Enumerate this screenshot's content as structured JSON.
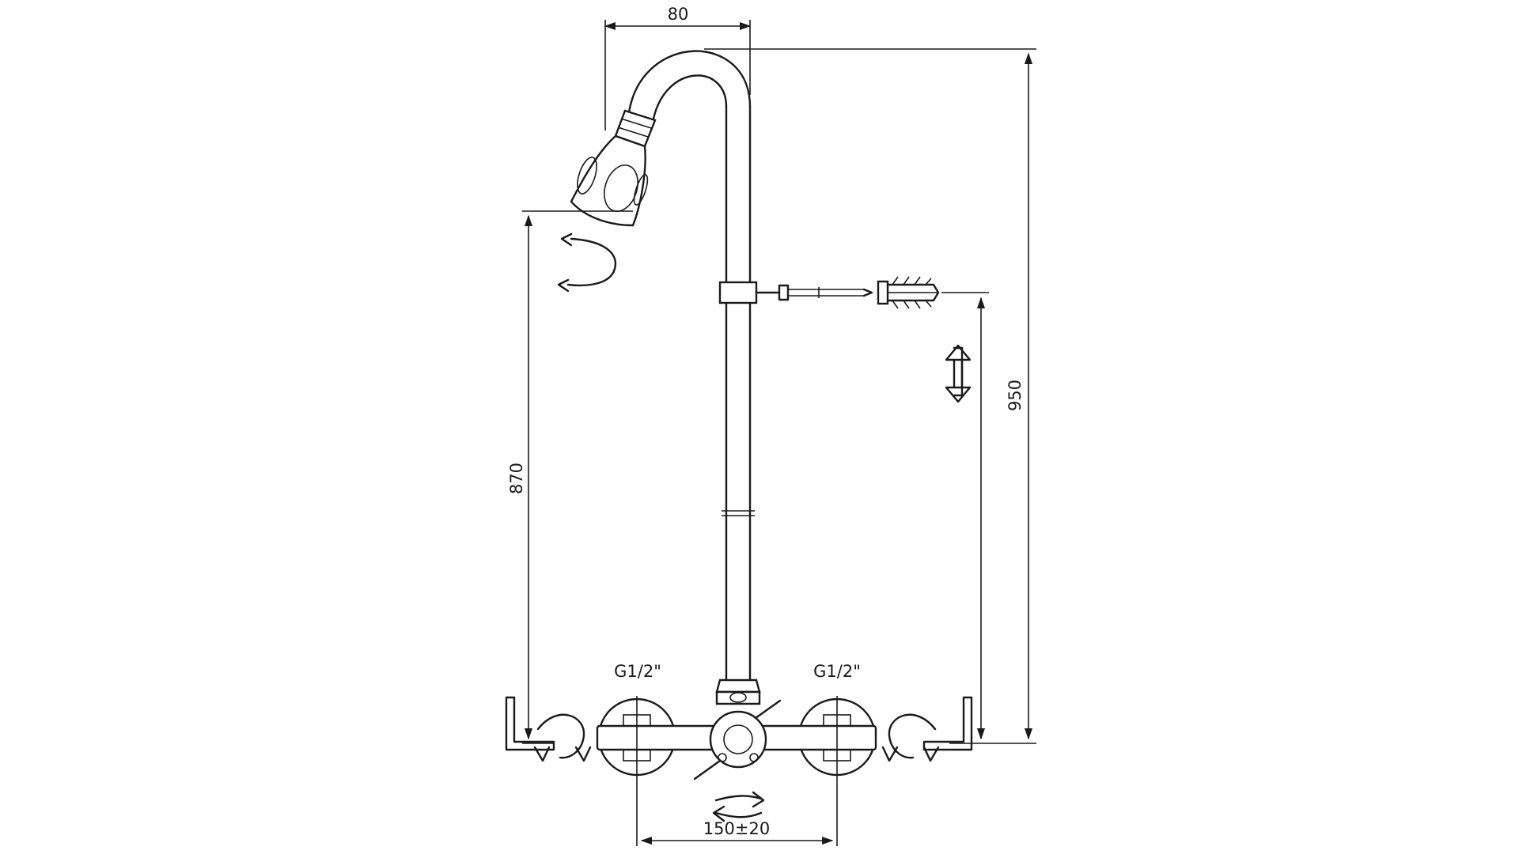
{
  "dimensions": {
    "spout_reach": "80",
    "head_height": "870",
    "total_height": "950",
    "inlet_spacing": "150±20"
  },
  "inlets": {
    "left_thread": "G1/2\"",
    "right_thread": "G1/2\""
  },
  "icons": [
    "shower-head-icon",
    "swivel-arrow-icon",
    "height-adjust-arrow-icon",
    "wall-plug-icon",
    "eccentric-union-icon",
    "rotation-arrow-icon"
  ],
  "colors": {
    "line": "#1a1a1a",
    "background": "#ffffff"
  }
}
